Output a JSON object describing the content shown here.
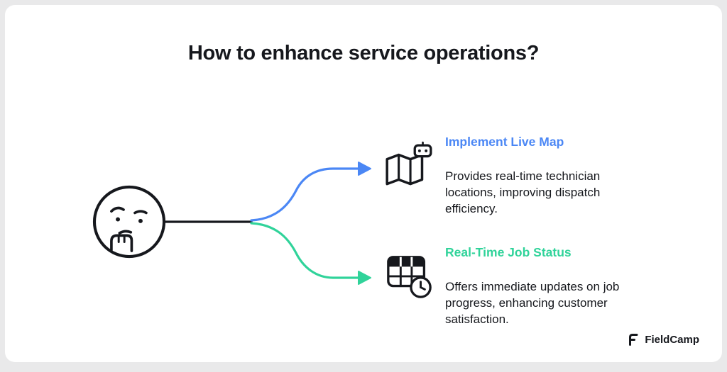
{
  "title": "How to enhance service operations?",
  "branches": [
    {
      "heading": "Implement Live Map",
      "color": "#4b87f5",
      "body": "Provides real-time technician locations, improving dispatch efficiency."
    },
    {
      "heading": "Real-Time Job Status",
      "color": "#30d39a",
      "body": "Offers immediate updates on job progress, enhancing customer satisfaction."
    }
  ],
  "icons": {
    "thinker": "thinking-face-icon",
    "map": "live-map-icon",
    "job": "job-status-clock-icon"
  },
  "logo": {
    "text": "FieldCamp"
  },
  "colors": {
    "background": "#e9e9ea",
    "card": "#ffffff",
    "ink": "#16181d",
    "branch_blue": "#4b87f5",
    "branch_green": "#30d39a"
  }
}
